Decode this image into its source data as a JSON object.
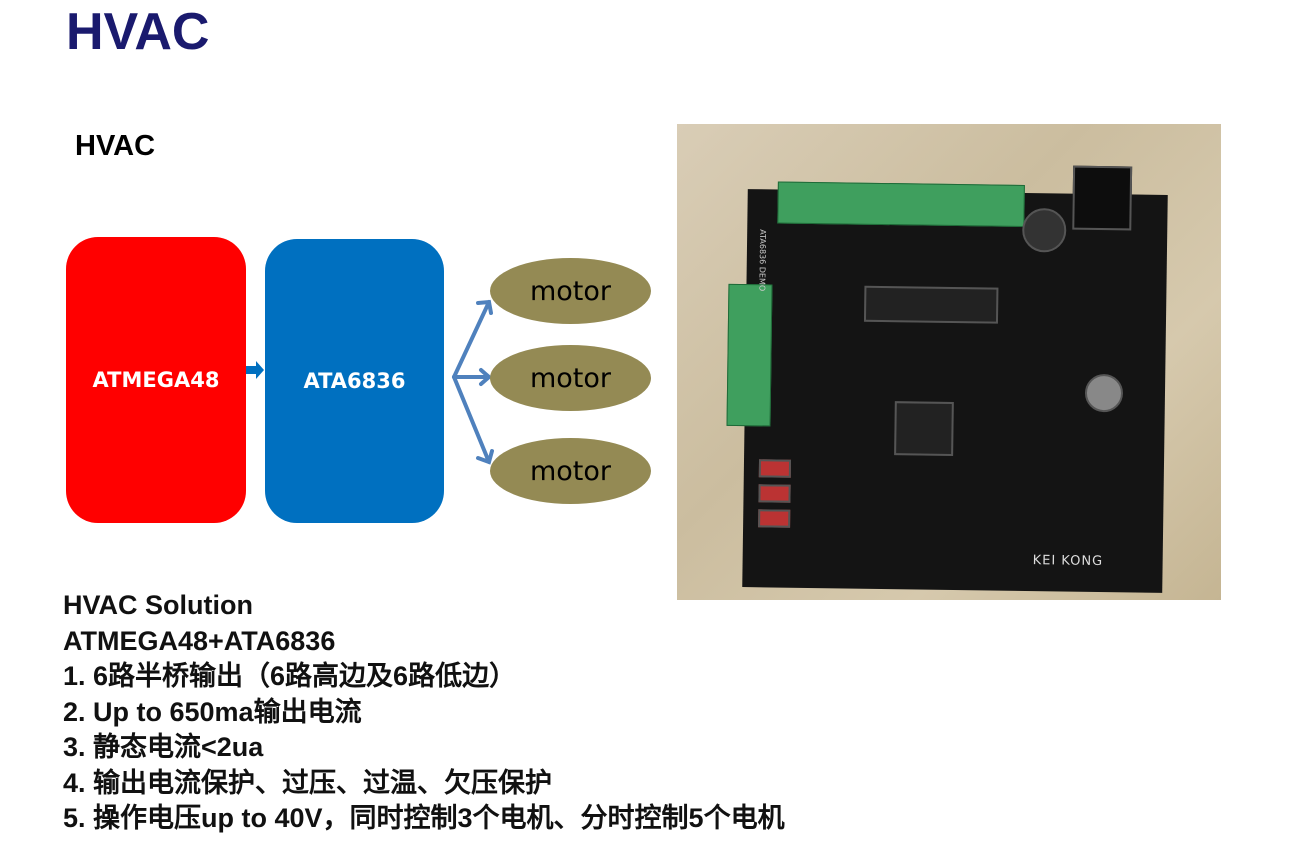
{
  "title": "HVAC",
  "subtitle": "HVAC",
  "diagram": {
    "mcu": "ATMEGA48",
    "driver": "ATA6836",
    "motors": [
      "motor",
      "motor",
      "motor"
    ],
    "colors": {
      "mcu": "#ff0000",
      "driver": "#0070c0",
      "motor": "#948a54",
      "arrow": "#4f81bd"
    }
  },
  "photo": {
    "board_label": "ATA6836 DEMO",
    "brand": "KEI KONG"
  },
  "notes": [
    "HVAC Solution",
    "ATMEGA48+ATA6836",
    "1. 6路半桥输出（6路高边及6路低边）",
    "2. Up to 650ma输出电流",
    "3. 静态电流<2ua",
    "4. 输出电流保护、过压、过温、欠压保护",
    "5. 操作电压up to 40V，同时控制3个电机、分时控制5个电机"
  ]
}
